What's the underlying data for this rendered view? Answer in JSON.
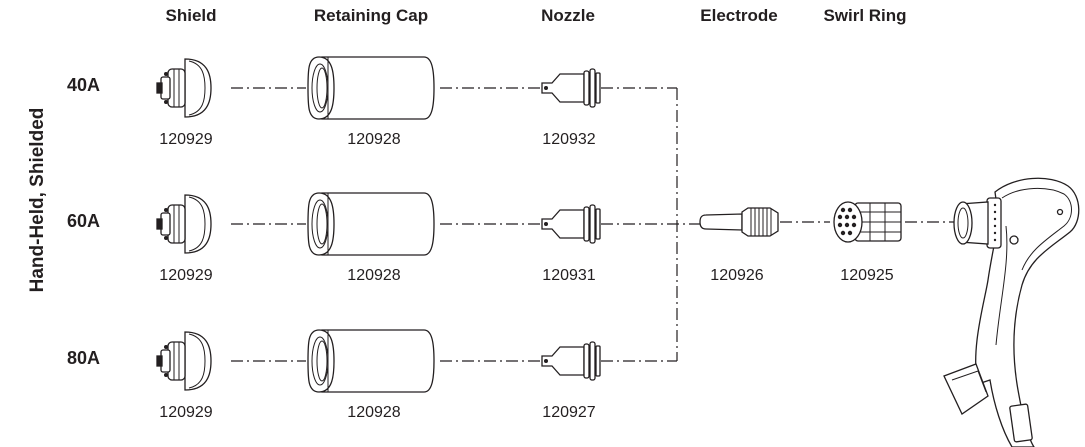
{
  "headers": {
    "shield": "Shield",
    "retaining_cap": "Retaining Cap",
    "nozzle": "Nozzle",
    "electrode": "Electrode",
    "swirl_ring": "Swirl Ring"
  },
  "side_label": "Hand-Held, Shielded",
  "rows": [
    {
      "amperage": "40A",
      "shield_pn": "120929",
      "cap_pn": "120928",
      "nozzle_pn": "120932"
    },
    {
      "amperage": "60A",
      "shield_pn": "120929",
      "cap_pn": "120928",
      "nozzle_pn": "120931"
    },
    {
      "amperage": "80A",
      "shield_pn": "120929",
      "cap_pn": "120928",
      "nozzle_pn": "120927"
    }
  ],
  "electrode_pn": "120926",
  "swirl_ring_pn": "120925"
}
